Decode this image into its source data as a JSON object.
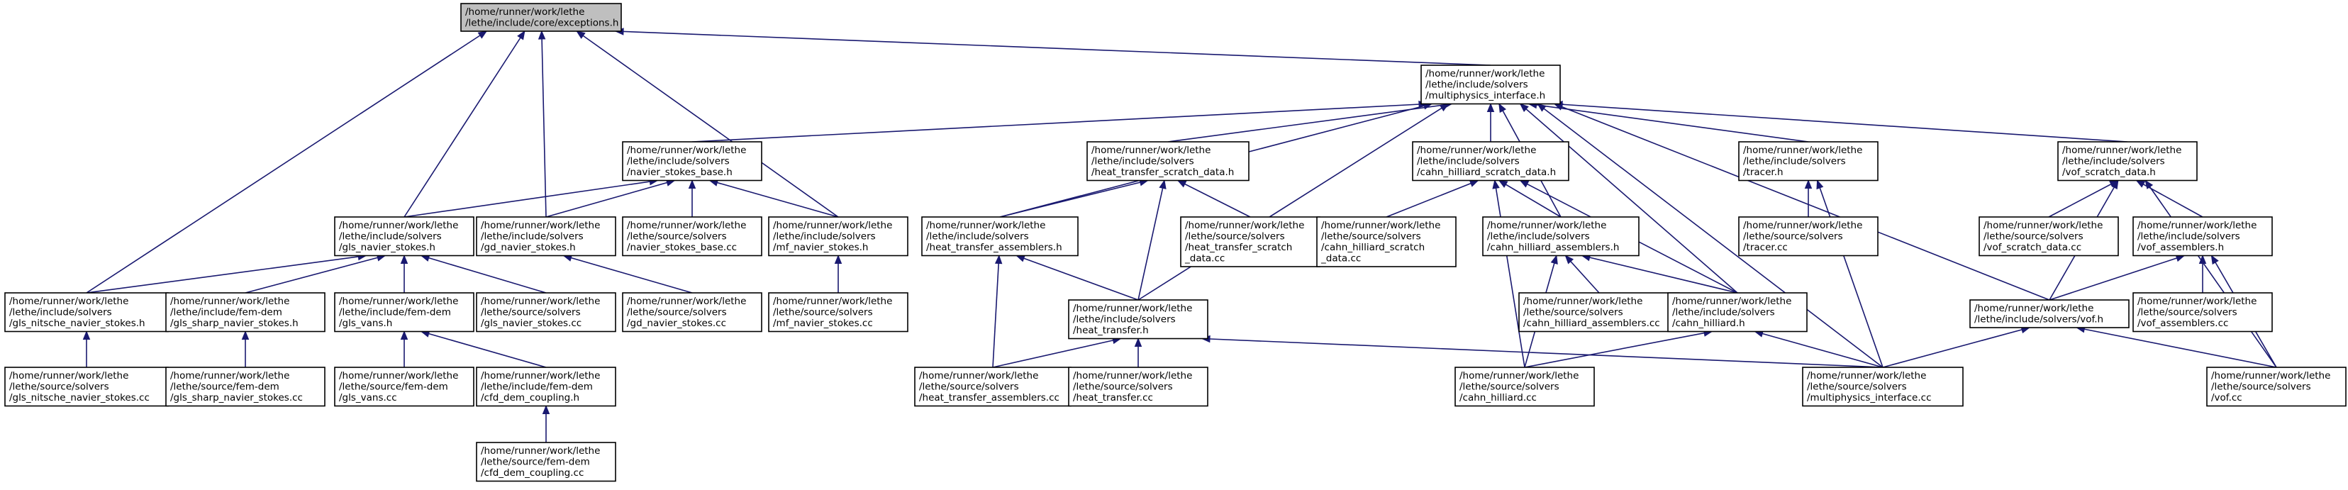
{
  "nodes": [
    {
      "id": "exceptions_h",
      "lines": [
        "/home/runner/work/lethe",
        "/lethe/include/core/exceptions.h"
      ],
      "root": true
    },
    {
      "id": "multiphysics_interface_h",
      "lines": [
        "/home/runner/work/lethe",
        "/lethe/include/solvers",
        "/multiphysics_interface.h"
      ]
    },
    {
      "id": "navier_stokes_base_h",
      "lines": [
        "/home/runner/work/lethe",
        "/lethe/include/solvers",
        "/navier_stokes_base.h"
      ]
    },
    {
      "id": "heat_transfer_scratch_data_h",
      "lines": [
        "/home/runner/work/lethe",
        "/lethe/include/solvers",
        "/heat_transfer_scratch_data.h"
      ]
    },
    {
      "id": "cahn_hilliard_scratch_data_h",
      "lines": [
        "/home/runner/work/lethe",
        "/lethe/include/solvers",
        "/cahn_hilliard_scratch_data.h"
      ]
    },
    {
      "id": "tracer_h",
      "lines": [
        "/home/runner/work/lethe",
        "/lethe/include/solvers",
        "/tracer.h"
      ]
    },
    {
      "id": "vof_scratch_data_h",
      "lines": [
        "/home/runner/work/lethe",
        "/lethe/include/solvers",
        "/vof_scratch_data.h"
      ]
    },
    {
      "id": "gls_navier_stokes_h",
      "lines": [
        "/home/runner/work/lethe",
        "/lethe/include/solvers",
        "/gls_navier_stokes.h"
      ]
    },
    {
      "id": "gd_navier_stokes_h",
      "lines": [
        "/home/runner/work/lethe",
        "/lethe/include/solvers",
        "/gd_navier_stokes.h"
      ]
    },
    {
      "id": "navier_stokes_base_cc",
      "lines": [
        "/home/runner/work/lethe",
        "/lethe/source/solvers",
        "/navier_stokes_base.cc"
      ]
    },
    {
      "id": "mf_navier_stokes_h",
      "lines": [
        "/home/runner/work/lethe",
        "/lethe/include/solvers",
        "/mf_navier_stokes.h"
      ]
    },
    {
      "id": "heat_transfer_assemblers_h",
      "lines": [
        "/home/runner/work/lethe",
        "/lethe/include/solvers",
        "/heat_transfer_assemblers.h"
      ]
    },
    {
      "id": "heat_transfer_scratch_data_cc",
      "lines": [
        "/home/runner/work/lethe",
        "/lethe/source/solvers",
        "/heat_transfer_scratch",
        "_data.cc"
      ]
    },
    {
      "id": "cahn_hilliard_scratch_data_cc",
      "lines": [
        "/home/runner/work/lethe",
        "/lethe/source/solvers",
        "/cahn_hilliard_scratch",
        "_data.cc"
      ]
    },
    {
      "id": "cahn_hilliard_assemblers_h",
      "lines": [
        "/home/runner/work/lethe",
        "/lethe/include/solvers",
        "/cahn_hilliard_assemblers.h"
      ]
    },
    {
      "id": "tracer_cc",
      "lines": [
        "/home/runner/work/lethe",
        "/lethe/source/solvers",
        "/tracer.cc"
      ]
    },
    {
      "id": "vof_scratch_data_cc",
      "lines": [
        "/home/runner/work/lethe",
        "/lethe/source/solvers",
        "/vof_scratch_data.cc"
      ]
    },
    {
      "id": "vof_assemblers_h",
      "lines": [
        "/home/runner/work/lethe",
        "/lethe/include/solvers",
        "/vof_assemblers.h"
      ]
    },
    {
      "id": "gls_nitsche_navier_stokes_h",
      "lines": [
        "/home/runner/work/lethe",
        "/lethe/include/solvers",
        "/gls_nitsche_navier_stokes.h"
      ]
    },
    {
      "id": "gls_sharp_navier_stokes_h",
      "lines": [
        "/home/runner/work/lethe",
        "/lethe/include/fem-dem",
        "/gls_sharp_navier_stokes.h"
      ]
    },
    {
      "id": "gls_vans_h",
      "lines": [
        "/home/runner/work/lethe",
        "/lethe/include/fem-dem",
        "/gls_vans.h"
      ]
    },
    {
      "id": "gls_navier_stokes_cc",
      "lines": [
        "/home/runner/work/lethe",
        "/lethe/source/solvers",
        "/gls_navier_stokes.cc"
      ]
    },
    {
      "id": "gd_navier_stokes_cc",
      "lines": [
        "/home/runner/work/lethe",
        "/lethe/source/solvers",
        "/gd_navier_stokes.cc"
      ]
    },
    {
      "id": "mf_navier_stokes_cc",
      "lines": [
        "/home/runner/work/lethe",
        "/lethe/source/solvers",
        "/mf_navier_stokes.cc"
      ]
    },
    {
      "id": "heat_transfer_h",
      "lines": [
        "/home/runner/work/lethe",
        "/lethe/include/solvers",
        "/heat_transfer.h"
      ]
    },
    {
      "id": "cahn_hilliard_assemblers_cc",
      "lines": [
        "/home/runner/work/lethe",
        "/lethe/source/solvers",
        "/cahn_hilliard_assemblers.cc"
      ]
    },
    {
      "id": "cahn_hilliard_h",
      "lines": [
        "/home/runner/work/lethe",
        "/lethe/include/solvers",
        "/cahn_hilliard.h"
      ]
    },
    {
      "id": "vof_h",
      "lines": [
        "/home/runner/work/lethe",
        "/lethe/include/solvers/vof.h"
      ]
    },
    {
      "id": "vof_assemblers_cc",
      "lines": [
        "/home/runner/work/lethe",
        "/lethe/source/solvers",
        "/vof_assemblers.cc"
      ]
    },
    {
      "id": "gls_nitsche_navier_stokes_cc",
      "lines": [
        "/home/runner/work/lethe",
        "/lethe/source/solvers",
        "/gls_nitsche_navier_stokes.cc"
      ]
    },
    {
      "id": "gls_sharp_navier_stokes_cc",
      "lines": [
        "/home/runner/work/lethe",
        "/lethe/source/fem-dem",
        "/gls_sharp_navier_stokes.cc"
      ]
    },
    {
      "id": "gls_vans_cc",
      "lines": [
        "/home/runner/work/lethe",
        "/lethe/source/fem-dem",
        "/gls_vans.cc"
      ]
    },
    {
      "id": "cfd_dem_coupling_h",
      "lines": [
        "/home/runner/work/lethe",
        "/lethe/include/fem-dem",
        "/cfd_dem_coupling.h"
      ]
    },
    {
      "id": "heat_transfer_assemblers_cc",
      "lines": [
        "/home/runner/work/lethe",
        "/lethe/source/solvers",
        "/heat_transfer_assemblers.cc"
      ]
    },
    {
      "id": "heat_transfer_cc",
      "lines": [
        "/home/runner/work/lethe",
        "/lethe/source/solvers",
        "/heat_transfer.cc"
      ]
    },
    {
      "id": "cahn_hilliard_cc",
      "lines": [
        "/home/runner/work/lethe",
        "/lethe/source/solvers",
        "/cahn_hilliard.cc"
      ]
    },
    {
      "id": "multiphysics_interface_cc",
      "lines": [
        "/home/runner/work/lethe",
        "/lethe/source/solvers",
        "/multiphysics_interface.cc"
      ]
    },
    {
      "id": "vof_cc",
      "lines": [
        "/home/runner/work/lethe",
        "/lethe/source/solvers",
        "/vof.cc"
      ]
    },
    {
      "id": "cfd_dem_coupling_cc",
      "lines": [
        "/home/runner/work/lethe",
        "/lethe/source/fem-dem",
        "/cfd_dem_coupling.cc"
      ]
    }
  ],
  "edges": [
    [
      "exceptions_h",
      "multiphysics_interface_h"
    ],
    [
      "exceptions_h",
      "gls_navier_stokes_h"
    ],
    [
      "exceptions_h",
      "gd_navier_stokes_h"
    ],
    [
      "exceptions_h",
      "mf_navier_stokes_h"
    ],
    [
      "exceptions_h",
      "gls_nitsche_navier_stokes_h"
    ],
    [
      "multiphysics_interface_h",
      "navier_stokes_base_h"
    ],
    [
      "multiphysics_interface_h",
      "heat_transfer_scratch_data_h"
    ],
    [
      "multiphysics_interface_h",
      "cahn_hilliard_scratch_data_h"
    ],
    [
      "multiphysics_interface_h",
      "tracer_h"
    ],
    [
      "multiphysics_interface_h",
      "vof_scratch_data_h"
    ],
    [
      "multiphysics_interface_h",
      "heat_transfer_assemblers_h"
    ],
    [
      "multiphysics_interface_h",
      "heat_transfer_h"
    ],
    [
      "multiphysics_interface_h",
      "cahn_hilliard_assemblers_h"
    ],
    [
      "multiphysics_interface_h",
      "cahn_hilliard_h"
    ],
    [
      "multiphysics_interface_h",
      "vof_h"
    ],
    [
      "multiphysics_interface_h",
      "multiphysics_interface_cc"
    ],
    [
      "navier_stokes_base_h",
      "gls_navier_stokes_h"
    ],
    [
      "navier_stokes_base_h",
      "gd_navier_stokes_h"
    ],
    [
      "navier_stokes_base_h",
      "navier_stokes_base_cc"
    ],
    [
      "navier_stokes_base_h",
      "mf_navier_stokes_h"
    ],
    [
      "heat_transfer_scratch_data_h",
      "heat_transfer_assemblers_h"
    ],
    [
      "heat_transfer_scratch_data_h",
      "heat_transfer_scratch_data_cc"
    ],
    [
      "heat_transfer_scratch_data_h",
      "heat_transfer_h"
    ],
    [
      "cahn_hilliard_scratch_data_h",
      "cahn_hilliard_scratch_data_cc"
    ],
    [
      "cahn_hilliard_scratch_data_h",
      "cahn_hilliard_assemblers_h"
    ],
    [
      "cahn_hilliard_scratch_data_h",
      "cahn_hilliard_h"
    ],
    [
      "cahn_hilliard_scratch_data_h",
      "cahn_hilliard_cc"
    ],
    [
      "tracer_h",
      "tracer_cc"
    ],
    [
      "tracer_h",
      "multiphysics_interface_cc"
    ],
    [
      "vof_scratch_data_h",
      "vof_scratch_data_cc"
    ],
    [
      "vof_scratch_data_h",
      "vof_assemblers_h"
    ],
    [
      "vof_scratch_data_h",
      "vof_h"
    ],
    [
      "vof_scratch_data_h",
      "vof_cc"
    ],
    [
      "gls_navier_stokes_h",
      "gls_nitsche_navier_stokes_h"
    ],
    [
      "gls_navier_stokes_h",
      "gls_sharp_navier_stokes_h"
    ],
    [
      "gls_navier_stokes_h",
      "gls_vans_h"
    ],
    [
      "gls_navier_stokes_h",
      "gls_navier_stokes_cc"
    ],
    [
      "gd_navier_stokes_h",
      "gd_navier_stokes_cc"
    ],
    [
      "mf_navier_stokes_h",
      "mf_navier_stokes_cc"
    ],
    [
      "heat_transfer_assemblers_h",
      "heat_transfer_h"
    ],
    [
      "heat_transfer_assemblers_h",
      "heat_transfer_assemblers_cc"
    ],
    [
      "cahn_hilliard_assemblers_h",
      "cahn_hilliard_assemblers_cc"
    ],
    [
      "cahn_hilliard_assemblers_h",
      "cahn_hilliard_h"
    ],
    [
      "cahn_hilliard_assemblers_h",
      "cahn_hilliard_cc"
    ],
    [
      "vof_assemblers_h",
      "vof_h"
    ],
    [
      "vof_assemblers_h",
      "vof_assemblers_cc"
    ],
    [
      "vof_assemblers_h",
      "vof_cc"
    ],
    [
      "gls_nitsche_navier_stokes_h",
      "gls_nitsche_navier_stokes_cc"
    ],
    [
      "gls_sharp_navier_stokes_h",
      "gls_sharp_navier_stokes_cc"
    ],
    [
      "gls_vans_h",
      "gls_vans_cc"
    ],
    [
      "gls_vans_h",
      "cfd_dem_coupling_h"
    ],
    [
      "heat_transfer_h",
      "heat_transfer_assemblers_cc"
    ],
    [
      "heat_transfer_h",
      "heat_transfer_cc"
    ],
    [
      "heat_transfer_h",
      "multiphysics_interface_cc"
    ],
    [
      "cahn_hilliard_h",
      "cahn_hilliard_cc"
    ],
    [
      "cahn_hilliard_h",
      "multiphysics_interface_cc"
    ],
    [
      "vof_h",
      "multiphysics_interface_cc"
    ],
    [
      "vof_h",
      "vof_cc"
    ],
    [
      "cfd_dem_coupling_h",
      "cfd_dem_coupling_cc"
    ]
  ],
  "colors": {
    "edge": "#191970",
    "root_fill": "#bfbfbf",
    "box_fill": "#ffffff",
    "border": "#000000"
  }
}
